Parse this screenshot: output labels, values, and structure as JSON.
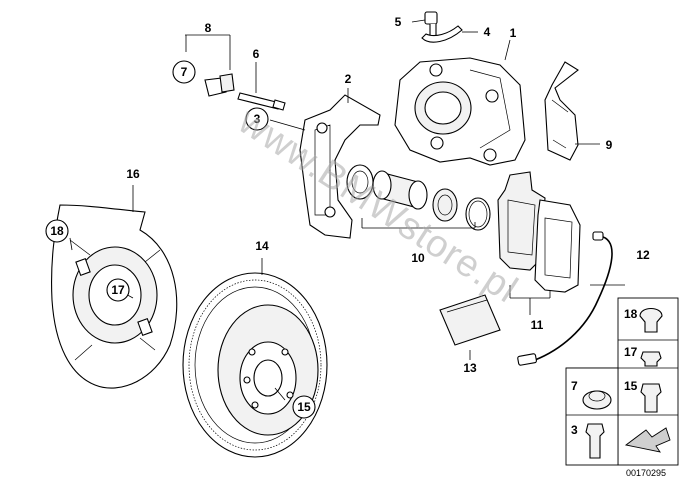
{
  "watermark": "www.BMWstore.pl",
  "diagram_code": "00170295",
  "callouts": {
    "c1": "1",
    "c2": "2",
    "c3": "3",
    "c4": "4",
    "c5": "5",
    "c6": "6",
    "c7": "7",
    "c8": "8",
    "c9": "9",
    "c10": "10",
    "c11": "11",
    "c12": "12",
    "c13": "13",
    "c14": "14",
    "c15": "15",
    "c16": "16",
    "c17": "17",
    "c18": "18"
  },
  "legend": {
    "l18": "18",
    "l17": "17",
    "l7": "7",
    "l15": "15",
    "l3": "3"
  }
}
